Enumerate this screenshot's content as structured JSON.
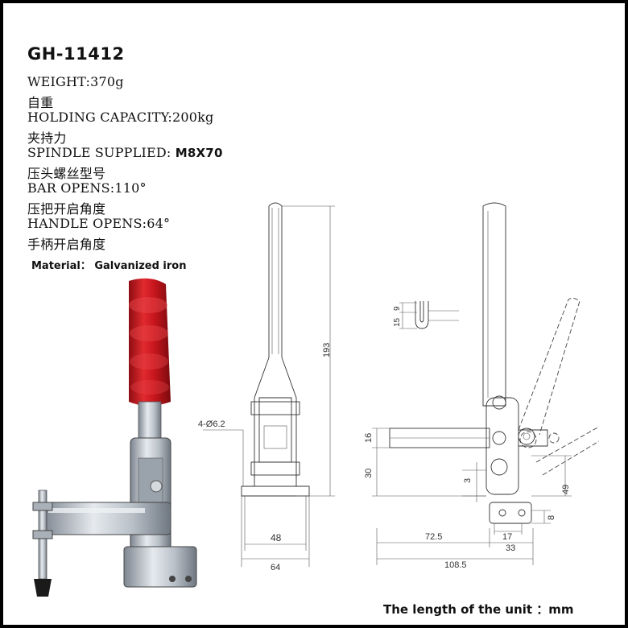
{
  "product": {
    "model": "GH-11412",
    "specs": [
      "WEIGHT:370g",
      "自重",
      "HOLDING CAPACITY:200kg",
      "夹持力",
      "SPINDLE SUPPLIED: ",
      "压头螺丝型号",
      "BAR OPENS:110°",
      "压把开启角度",
      "HANDLE OPENS:64°",
      "手柄开启角度"
    ],
    "spindle_value": "M8X70",
    "material": "Material： Galvanized iron"
  },
  "front_view": {
    "dim_height": "193",
    "dim_hole": "4-Ø6.2",
    "dim_48": "48",
    "dim_64": "64"
  },
  "detail_view": {
    "dim_9": "9",
    "dim_15": "15"
  },
  "side_view": {
    "dim_16": "16",
    "dim_30": "30",
    "dim_3": "3",
    "dim_49": "49",
    "dim_17": "17",
    "dim_8": "8",
    "dim_72_5": "72.5",
    "dim_33": "33",
    "dim_108_5": "108.5"
  },
  "footer": {
    "unit_note": "The length of the unit ：mm"
  },
  "colors": {
    "handle_grip": "#c8161d",
    "metal": "#b9c0c8",
    "rubber_tip": "#1a1a1a",
    "frame": "#000000"
  }
}
